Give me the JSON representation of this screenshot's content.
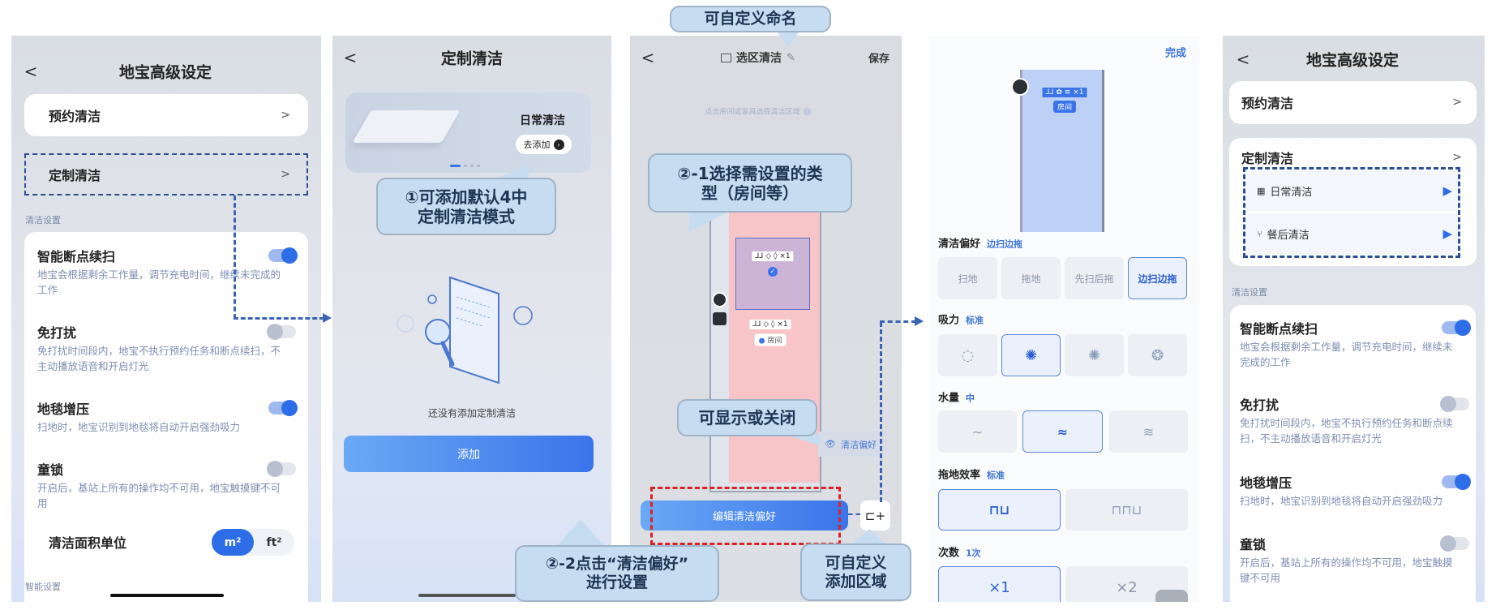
{
  "colors": {
    "accent": "#2d6ee8",
    "callout": "#c6dcf1",
    "red_dash": "#e02020",
    "blue_dash": "#3a63b8"
  },
  "panel1": {
    "title": "地宝高级设定",
    "back": "<",
    "schedule_label": "预约清洁",
    "custom_label": "定制清洁",
    "chevron": ">",
    "section_clean": "清洁设置",
    "section_smart": "智能设置",
    "area_unit_label": "清洁面积单位",
    "unit_m2": "m²",
    "unit_ft2": "ft²"
  },
  "settings": [
    {
      "title": "智能断点续扫",
      "desc": "地宝会根据剩余工作量，调节充电时间，继续未完成的工作",
      "on": true
    },
    {
      "title": "免打扰",
      "desc": "免打扰时间段内，地宝不执行预约任务和断点续扫，不主动播放语音和开启灯光",
      "on": false
    },
    {
      "title": "地毯增压",
      "desc": "扫地时，地宝识别到地毯将自动开启强劲吸力",
      "on": true
    },
    {
      "title": "童锁",
      "desc": "开启后，基站上所有的操作均不可用，地宝触摸键不可用",
      "on": false
    }
  ],
  "panel2": {
    "title": "定制清洁",
    "back": "<",
    "banner_title": "日常清洁",
    "banner_button": "去添加",
    "empty_text": "还没有添加定制清洁",
    "add_button": "添加"
  },
  "panel3": {
    "back": "<",
    "title": "选区清洁",
    "save": "保存",
    "hint": "点击房间或家具选择清洁区域",
    "tag_icons": "⅃⅃ ◇ ◊ ×1",
    "room_tag": "房间",
    "pref_toggle": "清洁偏好",
    "edit_button": "编辑清洁偏好"
  },
  "panel4": {
    "done": "完成",
    "map_tag": "⅃⅃ ✿ ≡ ×1",
    "map_room": "房间",
    "pref": {
      "label": "清洁偏好",
      "value": "边扫边拖",
      "options": [
        "扫地",
        "拖地",
        "先扫后拖",
        "边扫边拖"
      ],
      "selected": 3
    },
    "suction": {
      "label": "吸力",
      "value": "标准",
      "selected": 1
    },
    "water": {
      "label": "水量",
      "value": "中",
      "selected": 1
    },
    "mop": {
      "label": "拖地效率",
      "value": "标准",
      "selected": 0
    },
    "times": {
      "label": "次数",
      "value": "1次",
      "options": [
        "×1",
        "×2"
      ],
      "selected": 0
    }
  },
  "panel5": {
    "title": "地宝高级设定",
    "back": "<",
    "schedule_label": "预约清洁",
    "custom_label": "定制清洁",
    "chevron": ">",
    "custom_items": [
      "日常清洁",
      "餐后清洁"
    ],
    "section_clean": "清洁设置"
  },
  "callouts": {
    "c1": [
      "①可添加默认4中",
      "定制清洁模式"
    ],
    "c21": [
      "②-1选择需设置的类",
      "型（房间等）"
    ],
    "c22": [
      "②-2点击“清洁偏好”",
      "进行设置"
    ],
    "rename": "可自定义命名",
    "toggle": "可显示或关闭",
    "addarea": [
      "可自定义",
      "添加区域"
    ]
  }
}
